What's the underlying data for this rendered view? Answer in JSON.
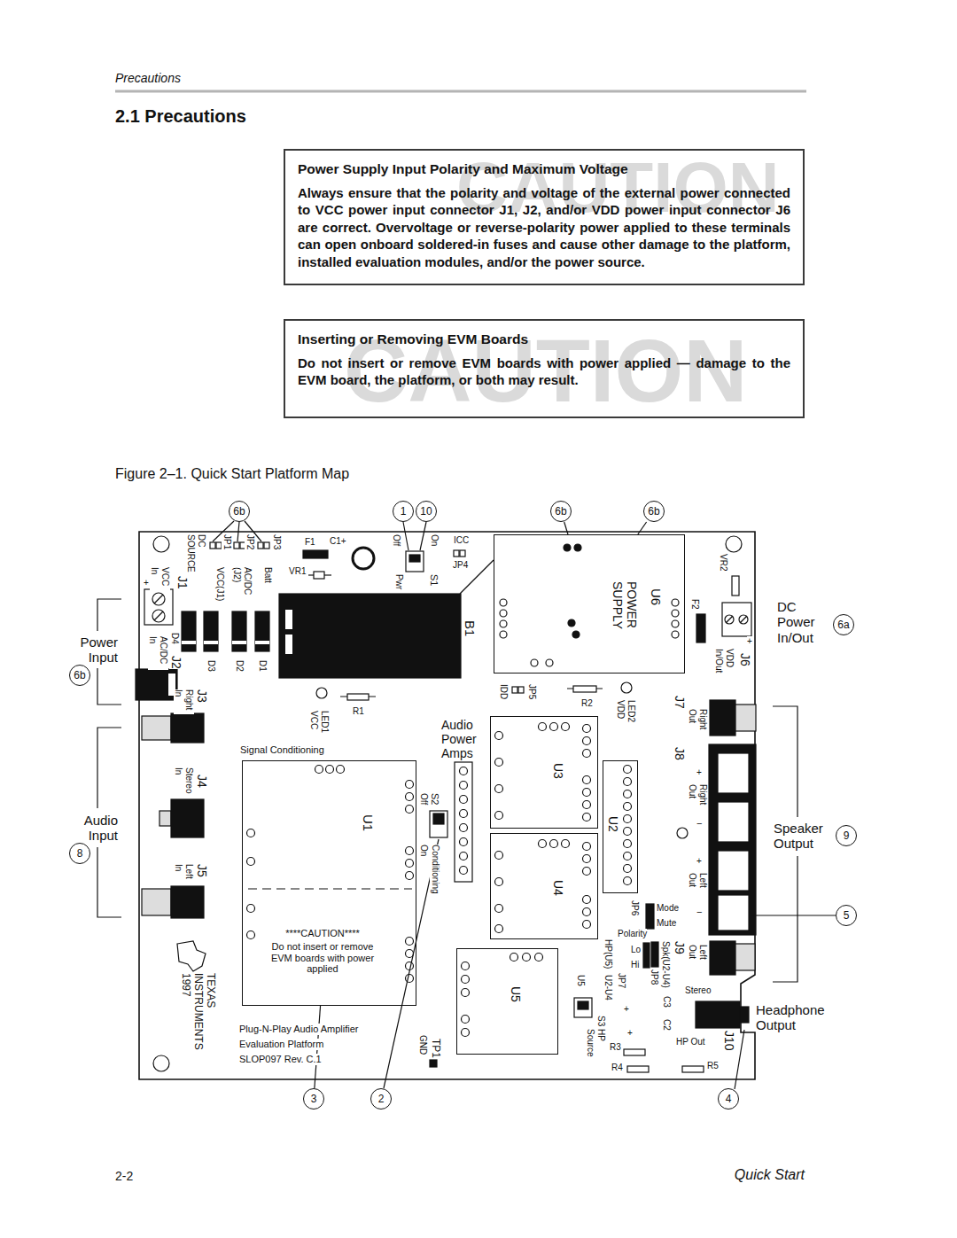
{
  "diagram": {
    "title": "2.1 Precautions",
    "caption": "Figure 2–1. Quick Start Platform Map",
    "nodes": [
      {
        "text": [
          "Power Supply Input Polarity and Maximum Voltage",
          "Always ensure that the polarity and voltage of the external power connected to VCC power input connector J1, J2, and/or VDD power input connector J6 are correct. Overvoltage or reverse-polarity power applied to these terminals can open onboard soldered-in fuses and cause other damage to the platform, installed evaluation modules, and/or the power source."
        ]
      },
      {
        "text": [
          "Inserting or Removing EVM Boards",
          "Do not insert or remove EVM boards with power applied — damage to the EVM board, the platform, or both may result."
        ]
      },
      {
        "text": [
          "6b"
        ]
      },
      {
        "text": [
          "1"
        ]
      },
      {
        "text": [
          "10"
        ]
      },
      {
        "text": [
          "6b"
        ]
      },
      {
        "text": [
          "6b"
        ]
      },
      {
        "text": [
          "U6",
          "POWER SUPPLY"
        ]
      },
      {
        "text": [
          "6a"
        ]
      },
      {
        "text": [
          "6b"
        ]
      },
      {
        "text": [
          "Signal Conditioning",
          "U1",
          "****CAUTION****",
          "Do not insert or remove EVM boards with power applied"
        ]
      },
      {
        "text": [
          "U3"
        ]
      },
      {
        "text": [
          "U2"
        ]
      },
      {
        "text": [
          "U4"
        ]
      },
      {
        "text": [
          "U5"
        ]
      },
      {
        "text": [
          "8"
        ]
      },
      {
        "text": [
          "9"
        ]
      },
      {
        "text": [
          "5"
        ]
      },
      {
        "text": [
          "3"
        ]
      },
      {
        "text": [
          "2"
        ]
      },
      {
        "text": [
          "4"
        ]
      }
    ],
    "edges": [
      {
        "from": 5,
        "to": 7,
        "arrow": "none"
      },
      {
        "from": 6,
        "to": 7,
        "arrow": "none"
      },
      {
        "from": 18,
        "to": 10,
        "arrow": "none"
      }
    ],
    "labels": [
      "Precautions",
      "2-2",
      "Quick Start",
      "CAUTION",
      "CAUTION",
      "DC SOURCE",
      "JP1",
      "JP2",
      "JP3",
      "F1",
      "C1+",
      "VR1",
      "Off",
      "On",
      "Pwr",
      "S1",
      "ICC",
      "JP4",
      "VCC In",
      "+",
      "J1",
      "VCC(J1)",
      "AC/DC (J2)",
      "Batt",
      "D4",
      "J2",
      "AC/DC In",
      "D3",
      "D2",
      "D1",
      "B1",
      "VR2",
      "F2",
      "+",
      "J6",
      "VDD In/Out",
      "DC Power In/Out",
      "Power Input",
      "J3",
      "Right In",
      "LED1 VCC",
      "R1",
      "IDD",
      "JP5",
      "R2",
      "LED2 VDD",
      "J7",
      "Right Out",
      "Audio Power Amps",
      "J8",
      "+",
      "Right Out",
      "−",
      "+",
      "Left Out",
      "−",
      "Stereo In",
      "J4",
      "Audio Input",
      "Off",
      "S2",
      "On",
      "Conditioning",
      "J5",
      "Left In",
      "Speaker Output",
      "Mode",
      "Mute",
      "JP6",
      "Polarity",
      "Lo",
      "Hi",
      "HP(U5)",
      "U2-U4",
      "JP7",
      "U5",
      "J9",
      "Left Out",
      "Spk(U2-U4)",
      "JP8",
      "Stereo",
      "C3",
      "+",
      "S3",
      "HP Source",
      "+",
      "C2",
      "HP Out",
      "J10",
      "R3",
      "R4",
      "R5",
      "Headphone Output",
      "TP1",
      "GND",
      "TEXAS INSTRUMENTS 1997",
      "Plug-N-Play Audio Amplifier",
      "Evaluation Platform",
      "SLOP097 Rev. C.1"
    ]
  }
}
